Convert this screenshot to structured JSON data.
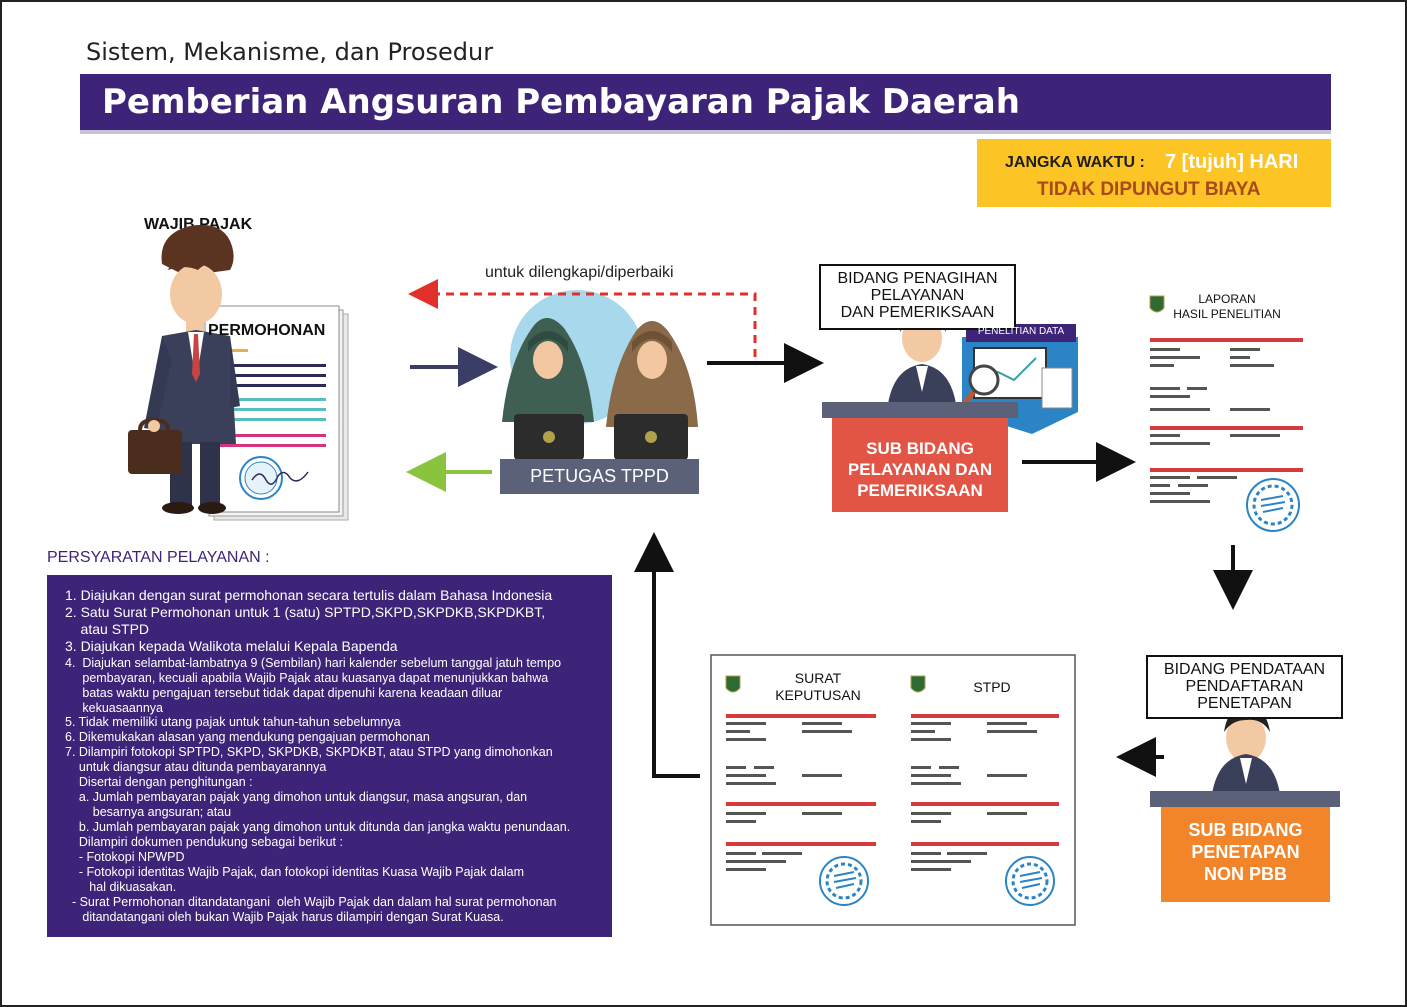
{
  "header": {
    "subtitle": "Sistem, Mekanisme, dan Prosedur",
    "title": "Pemberian Angsuran Pembayaran Pajak Daerah"
  },
  "time_box": {
    "label": "JANGKA WAKTU :",
    "value": "7 [tujuh] HARI",
    "fee": "TIDAK DIPUNGUT BIAYA"
  },
  "taxpayer": {
    "label": "WAJIB PAJAK",
    "document": "PERMOHONAN"
  },
  "flow": {
    "return_note": "untuk dilengkapi/diperbaiki",
    "officer_label": "PETUGAS TPPD",
    "review_dept": [
      "BIDANG PENAGIHAN",
      "PELAYANAN",
      "DAN PEMERIKSAAN"
    ],
    "review_tag": "PENELITIAN DATA",
    "review_desk": [
      "SUB BIDANG",
      "PELAYANAN DAN",
      "PEMERIKSAAN"
    ],
    "report": [
      "LAPORAN",
      "HASIL PENELITIAN"
    ],
    "assess_dept": [
      "BIDANG PENDATAAN",
      "PENDAFTARAN",
      "PENETAPAN"
    ],
    "assess_desk": [
      "SUB BIDANG",
      "PENETAPAN",
      "NON PBB"
    ],
    "decision_doc": [
      "SURAT",
      "KEPUTUSAN"
    ],
    "stpd_doc": "STPD"
  },
  "requirements": {
    "heading": "PERSYARATAN PELAYANAN :",
    "lines": [
      "1. Diajukan dengan surat permohonan secara tertulis dalam Bahasa Indonesia",
      "2. Satu Surat Permohonan untuk 1 (satu) SPTPD,SKPD,SKPDKB,SKPDKBT,",
      "    atau STPD",
      "3. Diajukan kepada Walikota melalui Kepala Bapenda",
      "4.  Diajukan selambat-lambatnya 9 (Sembilan) hari kalender sebelum tanggal jatuh tempo",
      "     pembayaran, kecuali apabila Wajib Pajak atau kuasanya dapat menunjukkan bahwa",
      "     batas waktu pengajuan tersebut tidak dapat dipenuhi karena keadaan diluar",
      "     kekuasaannya",
      "5. Tidak memiliki utang pajak untuk tahun-tahun sebelumnya",
      "6. Dikemukakan alasan yang mendukung pengajuan permohonan",
      "7. Dilampiri fotokopi SPTPD, SKPD, SKPDKB, SKPDKBT, atau STPD yang dimohonkan",
      "    untuk diangsur atau ditunda pembayarannya",
      "    Disertai dengan penghitungan :",
      "    a. Jumlah pembayaran pajak yang dimohon untuk diangsur, masa angsuran, dan",
      "        besarnya angsuran; atau",
      "    b. Jumlah pembayaran pajak yang dimohon untuk ditunda dan jangka waktu penundaan.",
      "    Dilampiri dokumen pendukung sebagai berikut :",
      "    - Fotokopi NPWPD",
      "    - Fotokopi identitas Wajib Pajak, dan fotokopi identitas Kuasa Wajib Pajak dalam",
      "       hal dikuasakan.",
      "  - Surat Permohonan ditandatangani  oleh Wajib Pajak dan dalam hal surat permohonan",
      "     ditandatangani oleh bukan Wajib Pajak harus dilampiri dengan Surat Kuasa."
    ]
  },
  "colors": {
    "purple": "#3d2478",
    "yellow": "#fcc425",
    "red_desk": "#e25546",
    "orange_desk": "#f2852a",
    "officer_bar": "#5a6178",
    "return_arrow": "#e12f2a",
    "back_arrow": "#8ac43f"
  }
}
